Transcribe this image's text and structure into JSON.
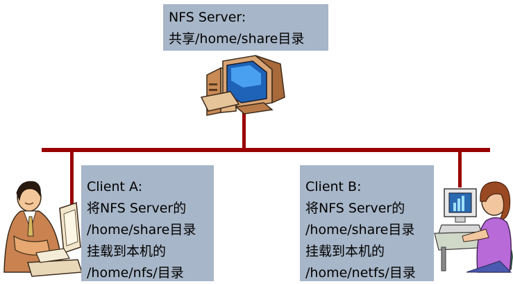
{
  "server": {
    "title": "NFS Server:",
    "description": "共享/home/share目录"
  },
  "client_a": {
    "title": "Client A:",
    "lines": [
      "将NFS Server的",
      "/home/share目录",
      "挂载到本机的",
      "/home/nfs/目录"
    ]
  },
  "client_b": {
    "title": "Client B:",
    "lines": [
      "将NFS Server的",
      "/home/share目录",
      "挂载到本机的",
      "/home/netfs/目录"
    ]
  },
  "colors": {
    "network_line": "#990000",
    "label_background": "#a7b6c8"
  },
  "icons": [
    "server-computer-icon",
    "businessman-at-computer-icon",
    "woman-at-computer-icon"
  ]
}
